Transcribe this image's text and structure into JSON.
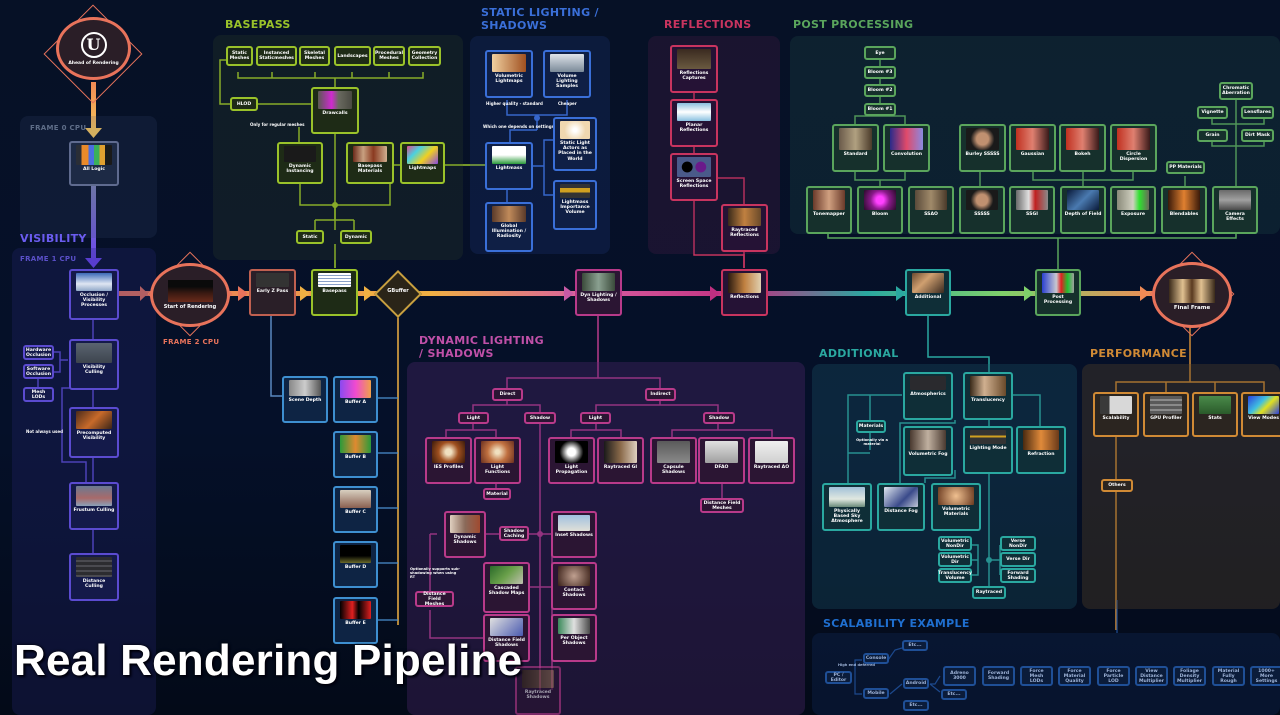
{
  "title": "Real Rendering Pipeline",
  "colors": {
    "background": "#061126",
    "visibility": "#6b5cf0",
    "basepass": "#9ac22a",
    "static_lighting": "#3a6fd8",
    "reflections": "#c8345f",
    "post_processing": "#5aa55c",
    "dynamic_lighting": "#b83a8a",
    "additional": "#2aa8a0",
    "performance": "#d08a35",
    "scalability": "#1f6fd0",
    "start_nodes": "#e8735b"
  },
  "start": {
    "ahead": {
      "label": "Ahead of Rendering",
      "icon": "unreal-engine-logo-icon"
    },
    "frame0": "FRAME 0 CPU",
    "all_logic": {
      "label": "All Logic"
    },
    "frame1": "FRAME 1 CPU",
    "frame2": "FRAME 2 CPU",
    "start_rendering": {
      "label": "Start of Rendering"
    }
  },
  "sections": {
    "visibility": "VISIBILITY",
    "basepass": "BASEPASS",
    "static_lighting": "STATIC LIGHTING / SHADOWS",
    "reflections": "REFLECTIONS",
    "post_processing": "POST PROCESSING",
    "dynamic_lighting": "DYNAMIC LIGHTING / SHADOWS",
    "additional": "ADDITIONAL",
    "performance": "PERFORMANCE",
    "scalability": "SCALABILITY EXAMPLE"
  },
  "visibility": {
    "nodes": [
      "Occlusion / Visibility Processes",
      "Visibility Culling",
      "Precomputed Visibility",
      "Frustum Culling",
      "Distance Culling"
    ],
    "tags": [
      "Hardware Occlusion",
      "Software Occlusion",
      "Mesh LODs"
    ],
    "note": "Not always used"
  },
  "main_line": {
    "early_z": "Early Z Pass",
    "basepass": "Basepass",
    "gbuffer": "GBuffer",
    "dyn_lighting": "Dyn Lighting / Shadows",
    "reflections": "Reflections",
    "additional": "Additional",
    "post_processing": "Post Processing",
    "final_frame": "Final Frame"
  },
  "basepass": {
    "mesh_types": [
      "Static Meshes",
      "Instanced Staticmeshes",
      "Skeletal Meshes",
      "Landscapes",
      "Procedural Meshes",
      "Geometry Collection"
    ],
    "hlod": "HLOD",
    "drawcalls": "Drawcalls",
    "note": "Only for regular meshes",
    "dynamic_instancing": "Dynamic Instancing",
    "basepass_materials": "Basepass Materials",
    "lightmaps": "Lightmaps",
    "static": "Static",
    "dynamic": "Dynamic"
  },
  "gbuffer": {
    "scene_depth": "Scene Depth",
    "buffers": [
      "Buffer A",
      "Buffer B",
      "Buffer C",
      "Buffer D",
      "Buffer E"
    ]
  },
  "static_lighting": {
    "nodes": [
      "Volumetric Lightmaps",
      "Volume Lighting Samples",
      "Lightmass",
      "Static Light Actors as Placed in the World",
      "Global Illumination / Radiosity",
      "Lightmass Importance Volume"
    ],
    "notes": [
      "Higher quality - standard",
      "Cheaper",
      "Which one depends on settings"
    ]
  },
  "reflections": {
    "nodes": [
      "Reflections Captures",
      "Planar Reflections",
      "Screen Space Reflections",
      "Raytraced Reflections"
    ]
  },
  "post_processing": {
    "bloom_chain": [
      "Eye",
      "Bloom #3",
      "Bloom #2",
      "Bloom #1"
    ],
    "top_row": [
      "Standard",
      "Convolution",
      "Burley SSSSS",
      "Gaussian",
      "Bokeh",
      "Circle Dispersion"
    ],
    "bottom_row": [
      "Tonemapper",
      "Bloom",
      "SSAO",
      "SSSSS",
      "SSGI",
      "Depth of Field",
      "Exposure",
      "Blendables",
      "Camera Effects"
    ],
    "extras": [
      "Chromatic Aberration",
      "Vignette",
      "Lensflares",
      "Grain",
      "Dirt Mask",
      "PP Materials"
    ]
  },
  "dynamic_lighting": {
    "groups": [
      "Direct",
      "Indirect"
    ],
    "subgroups": [
      "Light",
      "Shadow",
      "Light",
      "Shadow"
    ],
    "nodes": [
      "IES Profiles",
      "Light Functions",
      "Light Propagation",
      "Raytraced GI",
      "Capsule Shadows",
      "DFAO",
      "Raytraced AO",
      "Dynamic Shadows",
      "Inset Shadows",
      "Cascaded Shadow Maps",
      "Contact Shadows",
      "Distance Field Shadows",
      "Per Object Shadows",
      "Raytraced Shadows"
    ],
    "tags": [
      "Material",
      "Distance Field Meshes",
      "Shadow Caching",
      "Distance Field Meshes"
    ],
    "note": "Optionally supports sub-shadowing when using RT"
  },
  "additional": {
    "nodes": [
      "Atmospherics",
      "Translucency",
      "Volumetric Fog",
      "Lighting Mode",
      "Refraction",
      "Physically Based Sky Atmosphere",
      "Distance Fog",
      "Volumetric Materials"
    ],
    "tags": [
      "Materials",
      "Volumetric NonDir",
      "Volumetric Dir",
      "Translucency Volume",
      "Raytraced",
      "Verse NonDir",
      "Verse Dir",
      "Forward Shading"
    ],
    "note": "Optionally via a material"
  },
  "performance": {
    "nodes": [
      "Scalability",
      "GPU Profiler",
      "Stats",
      "View Modes"
    ],
    "tag": "Others"
  },
  "scalability": {
    "platforms": [
      "PC / Editor",
      "Console",
      "Mobile",
      "Android",
      "Etc...",
      "Etc...",
      "Etc..."
    ],
    "note": "High end deferred",
    "chain": [
      "Adreno 3000",
      "Forward Shading",
      "Force Mesh LODs",
      "Force Material Quality",
      "Force Particle LOD",
      "View Distance Multiplier",
      "Foliage Density Multiplier",
      "Material Fully Rough",
      "1000+ More Settings"
    ]
  }
}
